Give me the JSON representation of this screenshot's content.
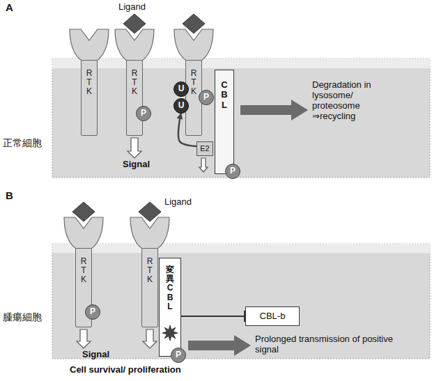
{
  "diagram": {
    "nodes": [
      {
        "text": [
          "R T K"
        ]
      },
      {
        "text": [
          "R T K"
        ]
      },
      {
        "text": [
          "P"
        ]
      },
      {
        "text": [
          "R T K"
        ]
      },
      {
        "text": [
          "U"
        ]
      },
      {
        "text": [
          "U"
        ]
      },
      {
        "text": [
          "P"
        ]
      },
      {
        "text": [
          "E2"
        ]
      },
      {
        "text": [
          "C B L"
        ]
      },
      {
        "text": [
          "P"
        ]
      },
      {
        "text": [
          "R T K"
        ]
      },
      {
        "text": [
          "P"
        ]
      },
      {
        "text": [
          "R T K"
        ]
      },
      {
        "text": [
          "変異 C B L"
        ]
      },
      {
        "text": [
          "P"
        ]
      },
      {
        "text": [
          "CBL-b"
        ]
      }
    ],
    "edges": [
      {
        "from": 7,
        "to": 5,
        "arrow": "to"
      },
      {
        "from": 13,
        "to": 15,
        "arrow": "to"
      }
    ],
    "labels": [
      "A",
      "Ligand",
      "Signal",
      "Degradation in lysosome/ proteosome ⇒recycling",
      "正常細胞",
      "B",
      "Ligand",
      "Signal",
      "Cell survival/ proliferation",
      "Prolonged transmission of positive signal",
      "腫瘍細胞"
    ]
  }
}
